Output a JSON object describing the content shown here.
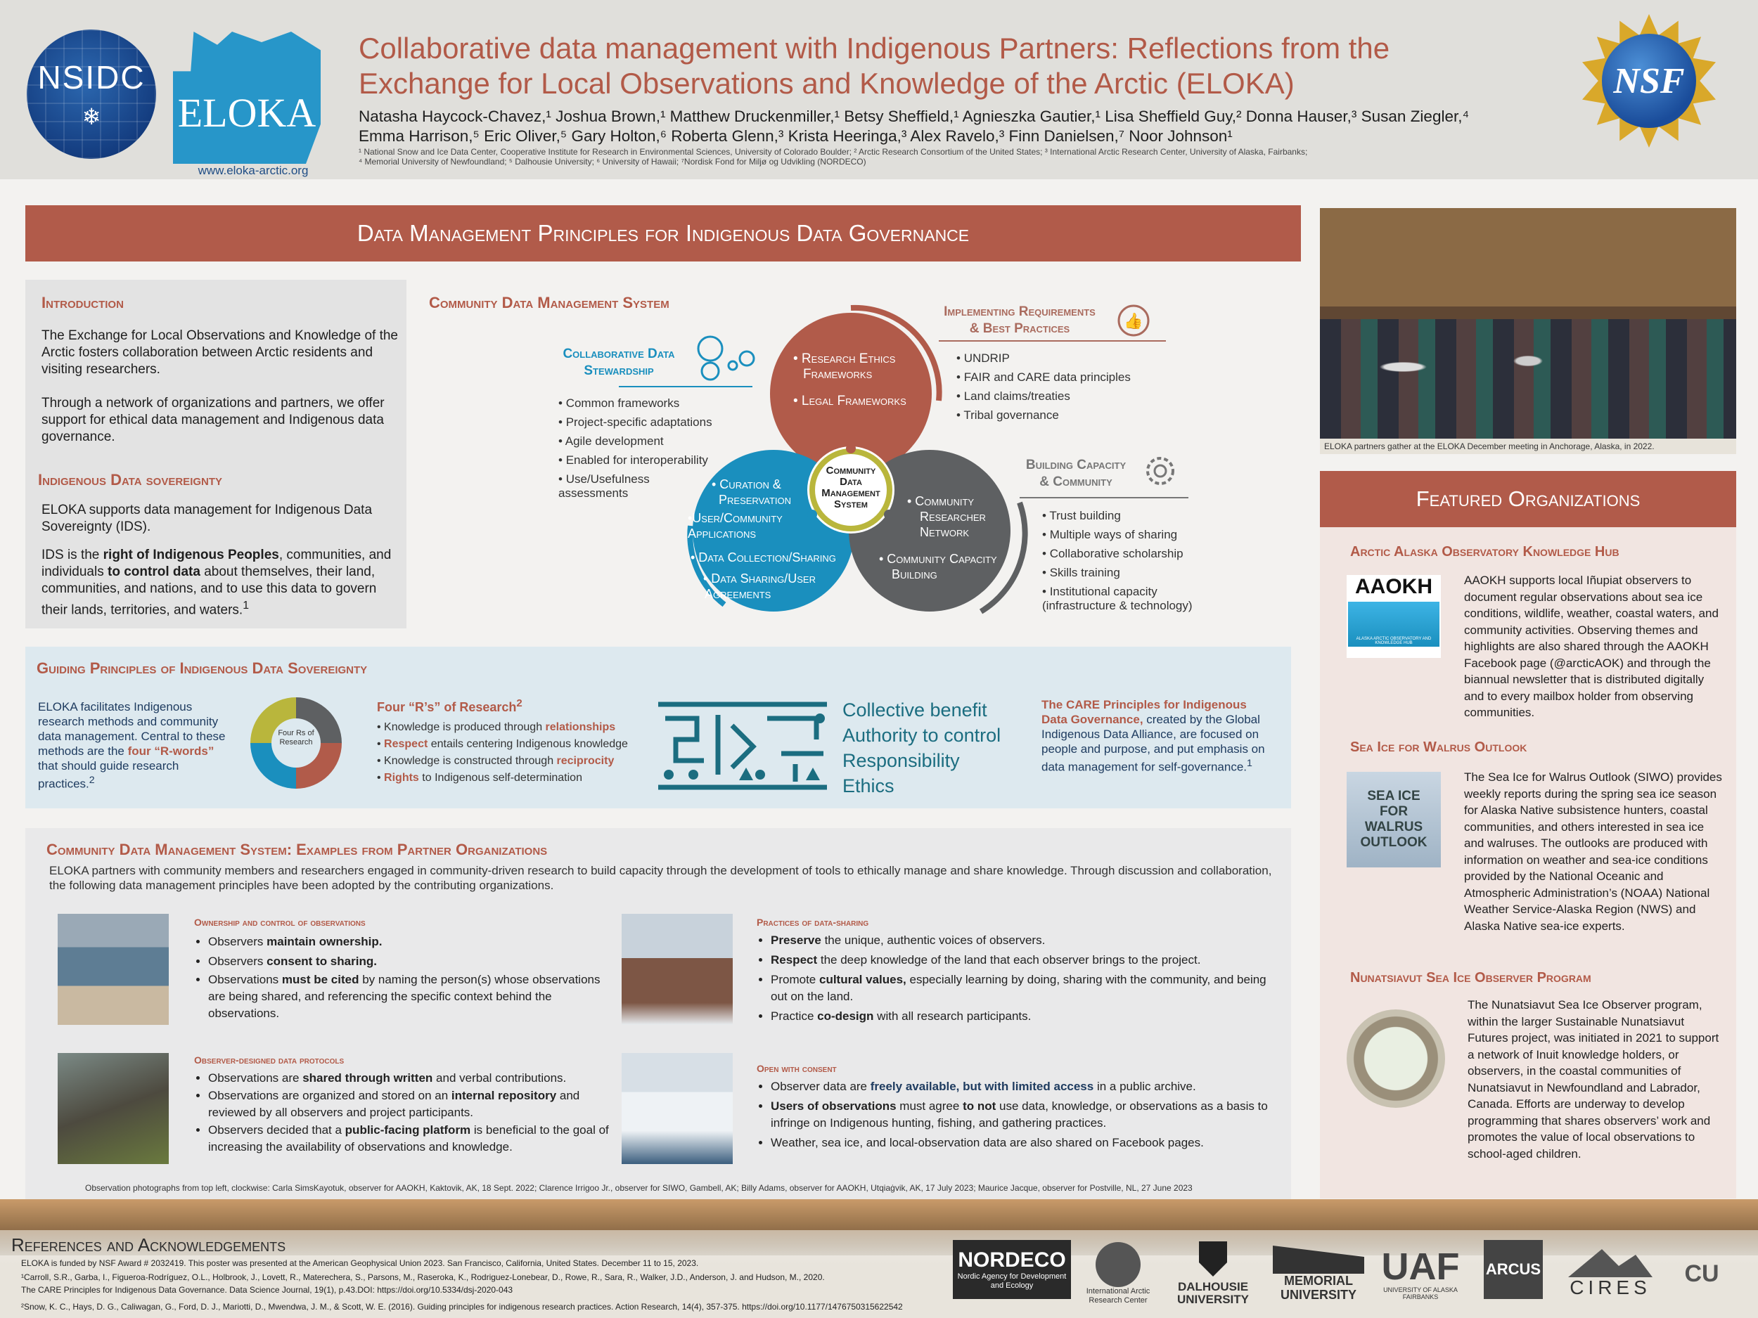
{
  "header": {
    "nsidc_label": "NSIDC",
    "eloka_label": "ELOKA",
    "eloka_url": "www.eloka-arctic.org",
    "title_line1": "Collaborative data management with Indigenous Partners: Reflections from the",
    "title_line2": "Exchange for Local Observations and Knowledge of the Arctic (ELOKA)",
    "authors_line1": "Natasha Haycock-Chavez,¹ Joshua Brown,¹ Matthew Druckenmiller,¹ Betsy Sheffield,¹ Agnieszka Gautier,¹ Lisa Sheffield Guy,² Donna Hauser,³ Susan Ziegler,⁴",
    "authors_line2": "Emma Harrison,⁵ Eric Oliver,⁵ Gary Holton,⁶ Roberta Glenn,³ Krista Heeringa,³ Alex Ravelo,³ Finn Danielsen,⁷ Noor Johnson¹",
    "affil_line1": "¹ National Snow and Ice Data Center, Cooperative Institute for Research in Environmental Sciences, University of Colorado Boulder; ² Arctic Research Consortium of the United States; ³ International Arctic Research Center, University of Alaska, Fairbanks;",
    "affil_line2": "⁴ Memorial University of Newfoundland; ⁵ Dalhousie University; ⁶ University of Hawaii; ⁷Nordisk Fond for Miljø og Udvikling (NORDECO)",
    "nsf_label": "NSF"
  },
  "dmp_banner": "Data Management Principles for Indigenous Data Governance",
  "intro": {
    "heading": "Introduction",
    "p1": "The Exchange for Local Observations and Knowledge of the Arctic fosters collaboration between Arctic residents and visiting researchers.",
    "p2": "Through a network of organizations and partners, we offer support for ethical data management and Indigenous data governance.",
    "ids_heading": "Indigenous Data sovereignty",
    "p3": "ELOKA supports data management for Indigenous Data Sovereignty (IDS).",
    "p4_a": "IDS is the ",
    "p4_b": "right of Indigenous Peoples",
    "p4_c": ", communities, and individuals ",
    "p4_d": "to control data",
    "p4_e": " about themselves, their land, communities, and nations, and to use this data to govern their lands, territories, and waters.",
    "p4_sup": "1"
  },
  "cdms": {
    "title": "Community Data Management System",
    "center": [
      "Community",
      "Data",
      "Management",
      "System"
    ],
    "red_items": [
      "• Research Ethics",
      "Frameworks",
      "• Legal Frameworks"
    ],
    "blue_items": [
      "• Curation &",
      "Preservation",
      "•User/Community",
      "Applications",
      "• Data Collection/Sharing",
      "• Data Sharing/User",
      "Agreements"
    ],
    "gray_items": [
      "• Community",
      "Researcher",
      "Network",
      "• Community Capacity",
      "Building"
    ],
    "stewardship_head": [
      "Collaborative Data",
      "Stewardship"
    ],
    "stewardship_list": [
      "Common frameworks",
      "Project-specific adaptations",
      "Agile development",
      "Enabled for interoperability",
      "Use/Usefulness"
    ],
    "stewardship_tail": "assessments",
    "impl_head": [
      "Implementing Requirements",
      "& Best Practices"
    ],
    "impl_list": [
      "UNDRIP",
      "FAIR and CARE data principles",
      "Land claims/treaties",
      "Tribal governance"
    ],
    "cap_head": [
      "Building Capacity",
      "& Community"
    ],
    "cap_list": [
      "Trust building",
      "Multiple ways of sharing",
      "Collaborative scholarship",
      "Skills training",
      "Institutional capacity"
    ],
    "cap_tail": "(infrastructure & technology)"
  },
  "guiding": {
    "title": "Guiding Principles of Indigenous Data Sovereignty",
    "left_a": "ELOKA facilitates Indigenous research methods and community data management. Central to these methods are the ",
    "left_b": "four “R-words”",
    "left_c": " that should guide research practices.",
    "left_sup": "2",
    "ring_label": "Four Rs of Research",
    "rs_head": "Four “R’s” of Research",
    "rs_sup": "2",
    "r1a": "Knowledge is produced through ",
    "r1b": "relationships",
    "r2a": "Respect",
    "r2b": " entails centering Indigenous knowledge",
    "r3a": "Knowledge is constructed through ",
    "r3b": "reciprocity",
    "r4a": "Rights",
    "r4b": " to Indigenous self-determination",
    "care": [
      "Collective benefit",
      "Authority to control",
      "Responsibility",
      "Ethics"
    ],
    "care_a": "The CARE Principles for Indigenous Data Governance,",
    "care_b": " created by the Global Indigenous Data Alliance, are focused on people and purpose, and put emphasis on data management for self-governance.",
    "care_sup": "1"
  },
  "examples": {
    "title": "Community Data Management System: Examples from Partner Organizations",
    "intro": "ELOKA partners with community members and researchers engaged in community-driven research to build capacity through the development of tools to ethically manage and share knowledge. Through discussion and collaboration, the following data management principles have been adopted by the contributing organizations.",
    "own_head": "Ownership and control of observations",
    "own": [
      [
        "Observers ",
        "maintain ownership.",
        ""
      ],
      [
        "Observers ",
        "consent to sharing.",
        ""
      ],
      [
        "Observations ",
        "must be cited",
        " by naming the person(s) whose observations are being shared, and referencing the specific context behind the observations."
      ]
    ],
    "proto_head": "Observer-designed data protocols",
    "proto": [
      [
        "Observations are ",
        "shared through written",
        " and verbal contributions."
      ],
      [
        "Observations are organized and stored on an ",
        "internal repository",
        " and reviewed by all observers and project participants."
      ],
      [
        "Observers decided that a ",
        "public-facing platform",
        " is beneficial to the goal of increasing the availability of observations and knowledge."
      ]
    ],
    "share_head": "Practices of data-sharing",
    "share": [
      [
        "",
        "Preserve",
        " the unique, authentic voices of observers."
      ],
      [
        "",
        "Respect",
        " the deep knowledge of the land that each observer brings to the project."
      ],
      [
        "Promote ",
        "cultural values,",
        " especially learning by doing, sharing with the community, and being out on the land."
      ],
      [
        "Practice ",
        "co-design",
        " with all research participants."
      ]
    ],
    "open_head": "Open with consent",
    "open1a": "Observer data are ",
    "open1b": "freely available,",
    "open1c": " but with limited access",
    "open1d": " in a public archive.",
    "open2a": "Users of observations",
    "open2b": " must agree ",
    "open2c": "to not",
    "open2d": " use data, knowledge, or observations as a basis to infringe on Indigenous hunting, fishing, and gathering practices.",
    "open3": "Weather, sea ice, and local-observation data are also shared on Facebook pages.",
    "credits": "Observation photographs from top left, clockwise: Carla SimsKayotuk, observer for AAOKH, Kaktovik, AK, 18 Sept. 2022; Clarence Irrigoo Jr., observer for SIWO, Gambell, AK; Billy Adams, observer for AAOKH, Utqiaġvik, AK, 17 July 2023; Maurice Jacque, observer for Postville, NL, 27 June 2023"
  },
  "featured": {
    "photo_caption": "ELOKA partners gather at the ELOKA December meeting in Anchorage, Alaska, in 2022.",
    "banner": "Featured Organizations",
    "aaokh_head": "Arctic Alaska Observatory Knowledge Hub",
    "aaokh_logo": "AAOKH",
    "aaokh_logo_sub": "ALASKA ARCTIC OBSERVATORY AND KNOWLEDGE HUB",
    "aaokh_text": "AAOKH supports local Iñupiat observers to document regular observations about sea ice conditions, wildlife, weather, coastal waters, and community activities. Observing themes and highlights are also shared through the AAOKH Facebook page (@arcticAOK) and through the biannual newsletter that is distributed digitally and to every mailbox holder from observing communities.",
    "siwo_head": "Sea Ice for Walrus Outlook",
    "siwo_logo": [
      "SEA ICE",
      "FOR",
      "WALRUS",
      "OUTLOOK"
    ],
    "siwo_text": "The Sea Ice for Walrus Outlook (SIWO) provides weekly reports during the spring sea ice season for Alaska Native subsistence hunters, coastal communities, and others interested in sea ice and walruses. The outlooks are produced with information on weather and sea-ice conditions provided by the National Oceanic and Atmospheric Administration’s (NOAA) National Weather Service-Alaska Region (NWS) and Alaska Native sea-ice experts.",
    "nun_head": "Nunatsiavut Sea Ice Observer Program",
    "nun_text": "The Nunatsiavut Sea Ice Observer program, within the larger Sustainable Nunatsiavut Futures project, was initiated in 2021 to support a network of Inuit knowledge holders, or observers, in the coastal communities of Nunatsiavut in Newfoundland and Labrador, Canada. Efforts are underway to develop programming that shares observers’ work and promotes the value of local observations to school-aged children."
  },
  "refs": {
    "title": "References and Acknowledgements",
    "r1": "ELOKA is funded by NSF Award # 2032419. This poster was presented at the American Geophysical Union 2023. San Francisco, California, United States. December 11 to 15, 2023.",
    "r2": "¹Carroll, S.R., Garba, I., Figueroa-Rodríguez, O.L., Holbrook, J., Lovett, R., Materechera, S., Parsons, M., Raseroka, K., Rodriguez-Lonebear, D., Rowe, R., Sara, R., Walker, J.D., Anderson, J. and Hudson, M., 2020.",
    "r3": "The CARE Principles for Indigenous Data Governance. Data Science Journal, 19(1), p.43.DOI: https://doi.org/10.5334/dsj-2020-043",
    "r4": "²Snow, K. C., Hays, D. G., Caliwagan, G., Ford, D. J., Mariotti, D., Mwendwa, J. M., & Scott, W. E. (2016). Guiding principles for indigenous research practices. Action Research, 14(4), 357-375. https://doi.org/10.1177/1476750315622542"
  },
  "sponsors": {
    "nordeco": "NORDECO",
    "nordeco_sub": "Nordic Agency for Development and Ecology",
    "iarc": "International Arctic Research Center",
    "dalhousie": "DALHOUSIE UNIVERSITY",
    "memorial": "MEMORIAL UNIVERSITY",
    "uaf": "UAF",
    "uaf_sub": "UNIVERSITY OF ALASKA FAIRBANKS",
    "arcus": "ARCUS",
    "cires": "CIRES",
    "cu": "CU"
  },
  "colors": {
    "accent": "#b15b4a",
    "blue": "#1a8fbe",
    "gray": "#5e6062",
    "olive": "#b9b63c",
    "teal": "#1b6d80"
  }
}
